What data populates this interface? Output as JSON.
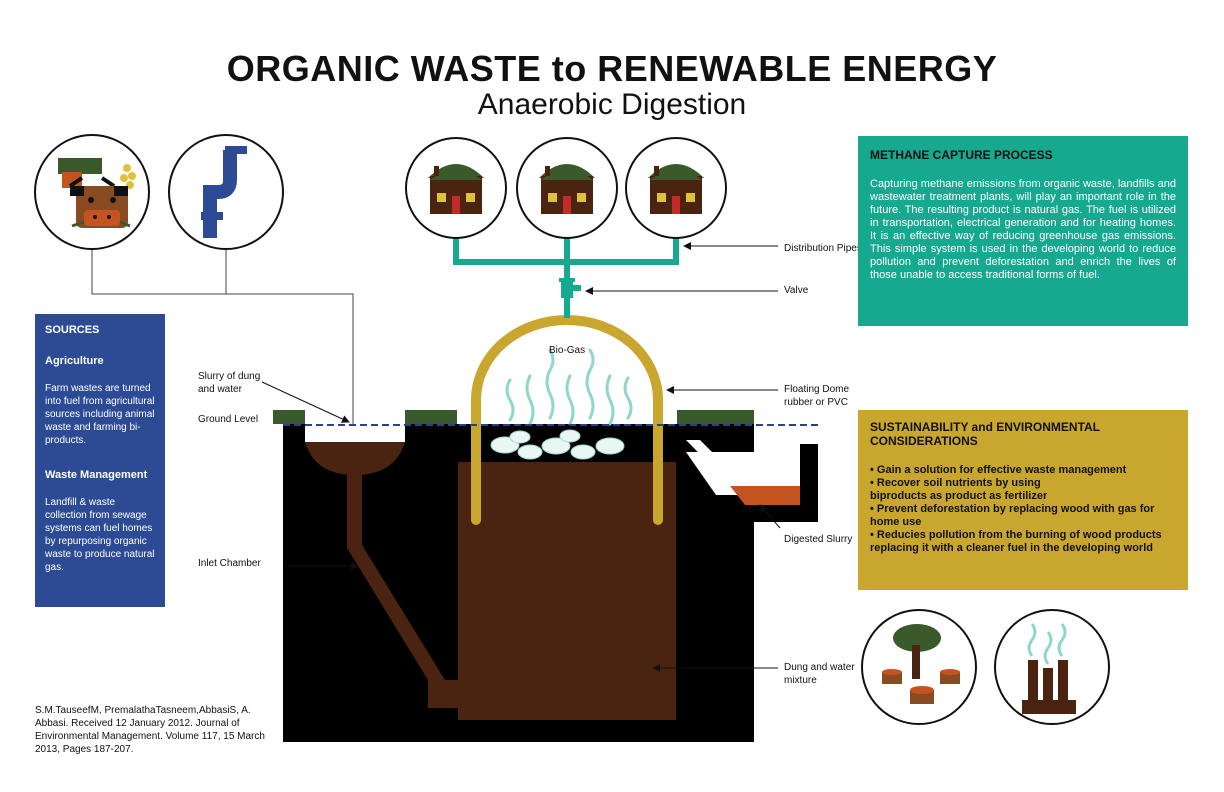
{
  "header": {
    "title": "ORGANIC WASTE to RENEWABLE ENERGY",
    "subtitle": "Anaerobic Digestion"
  },
  "labels": {
    "distribution_pipes": "Distribution Pipes",
    "valve": "Valve",
    "bio_gas": "Bio-Gas",
    "floating_dome": [
      "Floating Dome",
      "rubber or PVC"
    ],
    "slurry": [
      "Slurry of dung",
      "and water"
    ],
    "ground_level": "Ground Level",
    "inlet_chamber": "Inlet Chamber",
    "digested_slurry": "Digested Slurry",
    "dung_water_mixture": [
      "Dung and water",
      "mixture"
    ]
  },
  "sources": {
    "heading": "SOURCES",
    "sections": [
      {
        "title": "Agriculture",
        "text": "Farm wastes are turned into fuel from agricultural sources including animal waste and farming bi-products."
      },
      {
        "title": "Waste Management",
        "text": "Landfill & waste collection from sewage systems can fuel homes by repurposing organic waste to produce natural gas."
      }
    ]
  },
  "methane": {
    "heading": "METHANE CAPTURE PROCESS",
    "text": "Capturing methane emissions from organic waste, landfills and wastewater treatment plants, will play an important role in the future. The resulting product is natural gas. The fuel is utilized in transportation, electrical generation and for heating homes. It is an effective way of reducing greenhouse gas emissions. This simple system is used in the developing world to reduce pollution and prevent deforestation and enrich the lives of those unable to access traditional forms of fuel."
  },
  "sustainability": {
    "heading": "SUSTAINABILITY and ENVIRONMENTAL CONSIDERATIONS",
    "items": [
      "• Gain a solution for effective waste management",
      "• Recover soil nutrients by using",
      "biproducts as product as fertilizer",
      "• Prevent deforestation by replacing wood with gas for",
      "home use",
      "• Reducies pollution from the burning of wood products",
      "replacing it with a cleaner fuel in the developing world"
    ]
  },
  "citation": "S.M.TauseefM, PremalathaTasneem,AbbasiS, A. Abbasi. Received 12 January 2012. Journal of Environmental Management. Volume 117, 15 March 2013, Pages 187-207.",
  "icons": [
    "cow-farm-icon",
    "pipe-icon",
    "house-icon",
    "house-icon",
    "house-icon",
    "tree-stumps-icon",
    "factory-smokestack-icon"
  ],
  "colors": {
    "teal": "#17a98f",
    "navy": "#2d4b94",
    "mustard": "#c9a72e",
    "brown": "#4a2410",
    "black": "#000000",
    "green": "#3a5a2c"
  }
}
